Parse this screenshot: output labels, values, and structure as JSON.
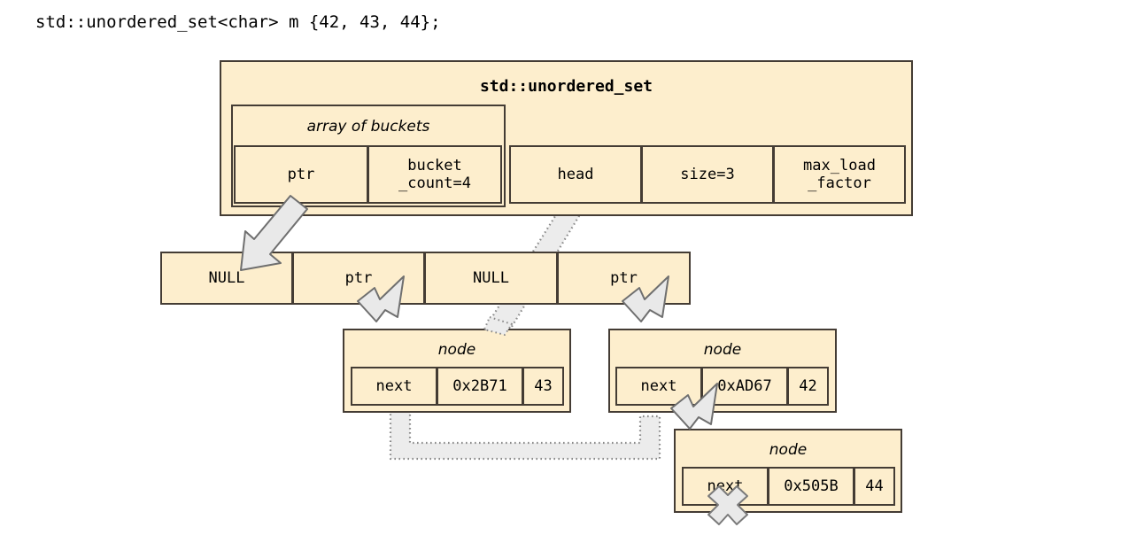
{
  "code": {
    "declaration": "std::unordered_set<char> m {42, 43, 44};"
  },
  "set_container": {
    "title": "std::unordered_set",
    "bucket_group": {
      "label": "array of buckets",
      "fields": [
        {
          "label": "ptr"
        },
        {
          "label": "bucket\n_count=4"
        }
      ]
    },
    "fields": [
      {
        "label": "head"
      },
      {
        "label": "size=3"
      },
      {
        "label": "max_load\n_factor"
      }
    ]
  },
  "bucket_array": {
    "cells": [
      {
        "label": "NULL"
      },
      {
        "label": "ptr"
      },
      {
        "label": "NULL"
      },
      {
        "label": "ptr"
      }
    ]
  },
  "nodes": [
    {
      "label": "node",
      "next": "next",
      "address": "0x2B71",
      "value": "43"
    },
    {
      "label": "node",
      "next": "next",
      "address": "0xAD67",
      "value": "42"
    },
    {
      "label": "node",
      "next": "next",
      "address": "0x505B",
      "value": "44"
    }
  ],
  "connectors": {
    "ptr_to_bucket_array": "solid-arrow",
    "head_to_node1": "dotted-arrow",
    "bucket1_to_node1": "solid-arrow",
    "bucket3_to_node2": "solid-arrow",
    "node1_next_to_node2": "dotted-arrow",
    "node2_next_to_node3": "solid-arrow",
    "node3_next_null": "cross-mark"
  },
  "colors": {
    "box_fill": "#fdeecd",
    "box_border": "#443c34",
    "arrow_fill": "#e8e8e8",
    "arrow_stroke": "#7a7a7a",
    "background": "#ffffff",
    "text": "#000000"
  }
}
